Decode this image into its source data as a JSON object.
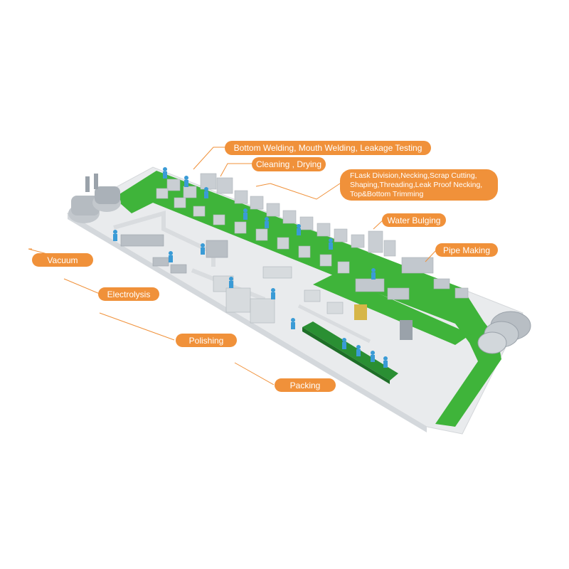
{
  "labels": {
    "bottom_welding": "Bottom Welding, Mouth Welding, Leakage Testing",
    "cleaning": "Cleaning , Drying",
    "flask": [
      "FLask Division,Necking,Scrap Cutting,",
      "Shaping,Threading,Leak Proof Necking,",
      "Top&Bottom Trimming"
    ],
    "water_bulging": "Water Bulging",
    "pipe_making": "Pipe Making",
    "vacuum": "Vacuum",
    "electrolysis": "Electrolysis",
    "polishing": "Polishing",
    "packing": "Packing"
  },
  "colors": {
    "label_bg": "#f0913a",
    "label_text": "#ffffff",
    "floor": "#e8eaec",
    "path": "#3fb43a",
    "leader": "#f0913a",
    "machine": "#c9ced3",
    "worker": "#3a9bd6"
  }
}
